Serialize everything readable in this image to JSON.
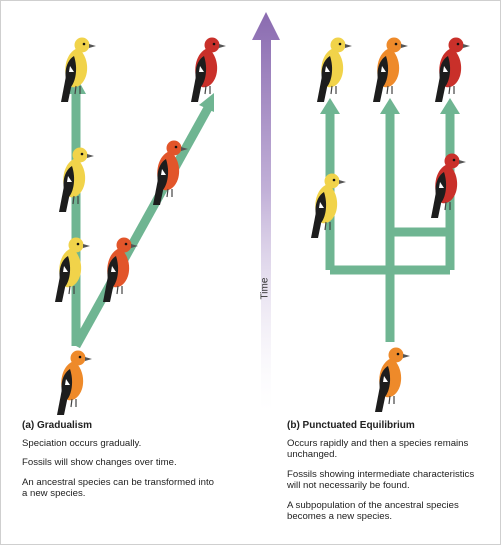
{
  "time_axis": {
    "label": "Time",
    "arrow_color": "#8a6bb0"
  },
  "branch_color": "#6fb592",
  "bird_palette": {
    "yellow": "#f1d34a",
    "orange": "#ee8a2a",
    "orange_red": "#e2552a",
    "red": "#c9302a",
    "wing": "#1d1d1d",
    "belly": "#ffffff"
  },
  "gradualism": {
    "heading": "(a) Gradualism",
    "lines": [
      "Speciation occurs gradually.",
      "Fossils will show changes over time.",
      "An ancestral species can be transformed into\na new species."
    ]
  },
  "punctuated": {
    "heading": "(b) Punctuated Equilibrium",
    "lines": [
      "Occurs rapidly and then a species remains\nunchanged.",
      "Fossils showing intermediate characteristics\nwill not necessarily be found.",
      "A subpopulation of the ancestral species\nbecomes a new species."
    ]
  }
}
